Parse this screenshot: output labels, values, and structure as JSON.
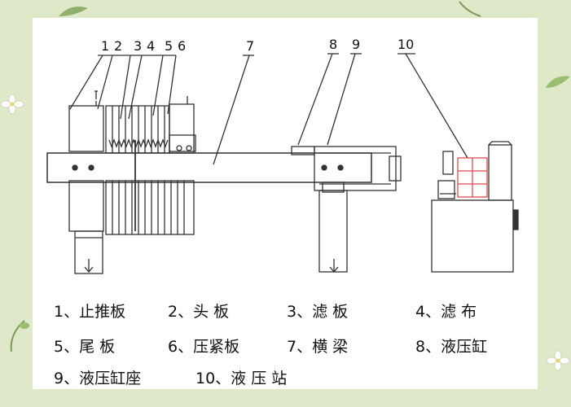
{
  "diagram": {
    "callouts": [
      "1",
      "2",
      "3",
      "4",
      "5",
      "6",
      "7",
      "8",
      "9",
      "10"
    ],
    "legend": [
      "1、止推板",
      "2、头 板",
      "3、滤 板",
      "4、滤 布",
      "5、尾 板",
      "6、压紧板",
      "7、横 梁",
      "8、液压缸",
      "9、液压缸座",
      "10、液 压 站"
    ]
  },
  "colors": {
    "page_background": "#dfe8c9",
    "card": "#ffffff",
    "line": "#333333",
    "accent": "#e24a4a"
  }
}
